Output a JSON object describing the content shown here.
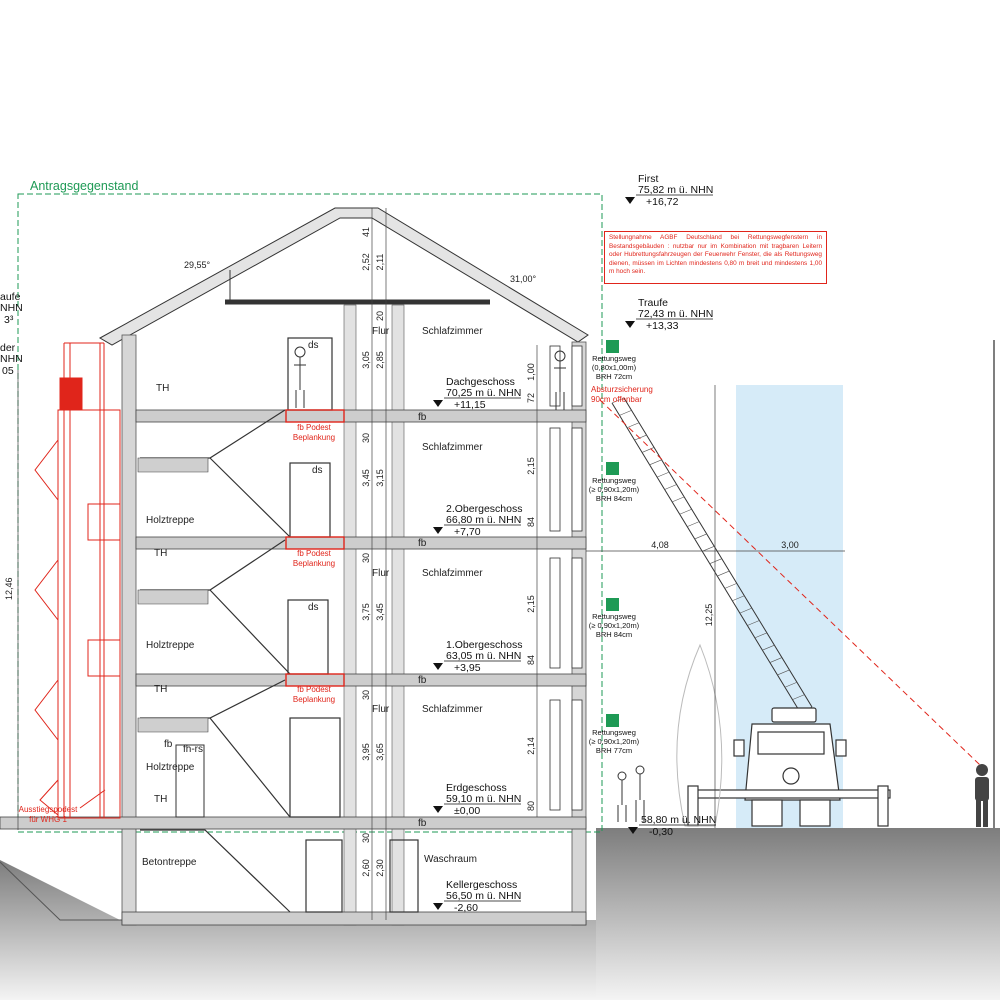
{
  "area_label": "Antragsgegenstand",
  "levels": [
    {
      "name": "First",
      "nhn": "75,82 m ü. NHN",
      "rel": "+16,72"
    },
    {
      "name": "Traufe",
      "nhn": "72,43 m ü. NHN",
      "rel": "+13,33"
    },
    {
      "name": "Dachgeschoss",
      "nhn": "70,25 m ü. NHN",
      "rel": "+11,15"
    },
    {
      "name": "2.Obergeschoss",
      "nhn": "66,80 m ü. NHN",
      "rel": "+7,70"
    },
    {
      "name": "1.Obergeschoss",
      "nhn": "63,05 m ü. NHN",
      "rel": "+3,95"
    },
    {
      "name": "Erdgeschoss",
      "nhn": "59,10 m ü. NHN",
      "rel": "±0,00"
    },
    {
      "name": "Kellergeschoss",
      "nhn": "56,50 m ü. NHN",
      "rel": "-2,60"
    },
    {
      "name": "",
      "nhn": "58,80 m ü. NHN",
      "rel": "-0,30"
    }
  ],
  "left_levels": {
    "traufe": "aufe",
    "traufe_nhn": "NHN",
    "traufe_rel": "3³",
    "boden": "der",
    "boden_nhn": "NHN",
    "boden_rel": "05",
    "height": "12,46"
  },
  "roof_angles": [
    "29,55°",
    "31,00°"
  ],
  "rooms": {
    "schlafzimmer": "Schlafzimmer",
    "flur": "Flur",
    "th": "TH",
    "holztreppe": "Holztreppe",
    "betontreppe": "Betontreppe",
    "waschraum": "Waschraum",
    "ds": "ds",
    "fb": "fb",
    "fhrs": "fh-rs"
  },
  "podest_label": [
    "fb Podest",
    "Beplankung"
  ],
  "ausstieg_label": [
    "Ausstiegspodest",
    "für WHG 1"
  ],
  "note": "Stellungnahme AGBF Deutschland bei Rettungswegfenstern in Bestandsgebäuden : nutzbar nur im Kombination mit tragbaren Leitern oder Hubrettungsfahrzeugen der Feuerwehr Fenster, die als Rettungsweg dienen, müssen im Lichten mindestens 0,80 m breit und mindestens 1,00 m hoch sein.",
  "absturz": [
    "Absturzsicherung",
    "90cm offenbar"
  ],
  "rettungsweg": [
    {
      "title": "Rettungsweg",
      "size": "(0,80x1,00m)",
      "brh": "BRH 72cm"
    },
    {
      "title": "Rettungsweg",
      "size": "(≥ 0,90x1,20m)",
      "brh": "BRH 84cm"
    },
    {
      "title": "Rettungsweg",
      "size": "(≥ 0,90x1,20m)",
      "brh": "BRH 84cm"
    },
    {
      "title": "Rettungsweg",
      "size": "(≥ 0,90x1,20m)",
      "brh": "BRH 77cm"
    }
  ],
  "dims_vertical": [
    "41",
    "2,52",
    "2,11",
    "20",
    "3,05",
    "2,85",
    "30",
    "3,45",
    "3,15",
    "30",
    "3,75",
    "3,45",
    "30",
    "3,95",
    "3,65",
    "30",
    "2,60",
    "2,30",
    "1,00",
    "72",
    "2,15",
    "84",
    "2,15",
    "84",
    "2,14",
    "80",
    "12,25"
  ],
  "dims_horizontal": [
    "4,08",
    "3,00"
  ],
  "colors": {
    "red": "#e0251b",
    "green": "#1e9a55",
    "wall": "#d6d6d6",
    "ground": "#9a9a9a",
    "blue": "#cfe7f7"
  }
}
